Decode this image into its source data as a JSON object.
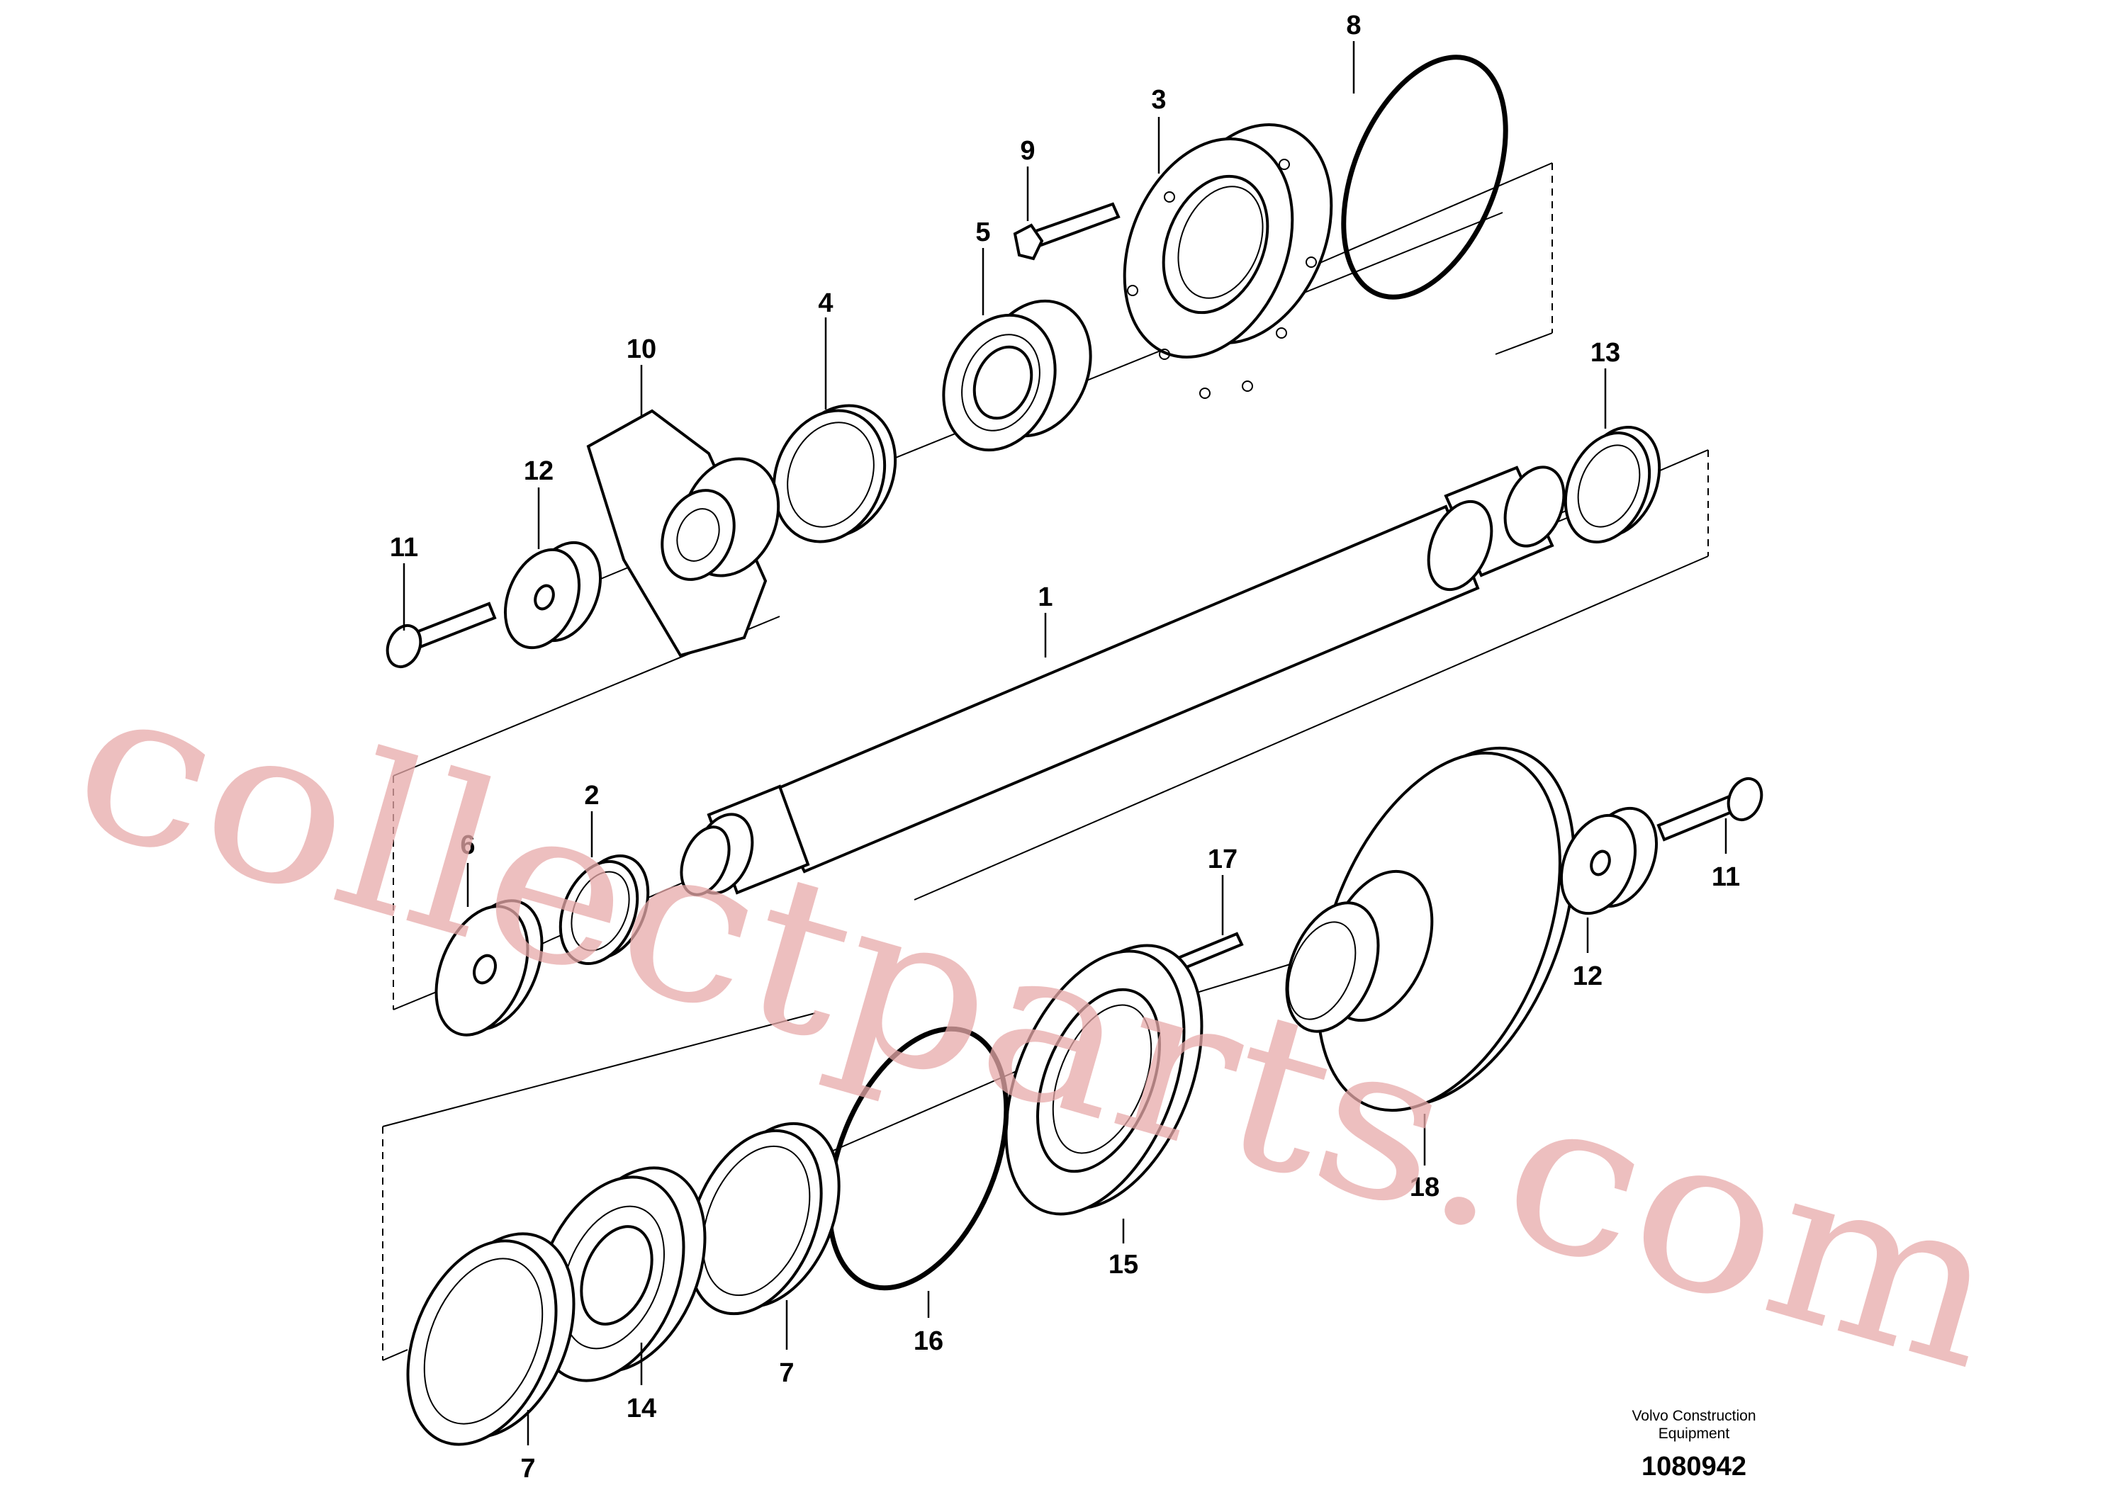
{
  "callouts": [
    {
      "label": "1"
    },
    {
      "label": "2"
    },
    {
      "label": "3"
    },
    {
      "label": "4"
    },
    {
      "label": "5"
    },
    {
      "label": "6"
    },
    {
      "label": "7"
    },
    {
      "label": "7"
    },
    {
      "label": "8"
    },
    {
      "label": "9"
    },
    {
      "label": "10"
    },
    {
      "label": "11"
    },
    {
      "label": "11"
    },
    {
      "label": "12"
    },
    {
      "label": "12"
    },
    {
      "label": "13"
    },
    {
      "label": "14"
    },
    {
      "label": "15"
    },
    {
      "label": "16"
    },
    {
      "label": "17"
    },
    {
      "label": "18"
    }
  ],
  "footer": {
    "brand_line1": "Volvo Construction",
    "brand_line2": "Equipment",
    "drawing_number": "1080942"
  },
  "watermark": "collectparts.com",
  "colors": {
    "line": "#000000",
    "background": "#ffffff",
    "watermark": "#e8aaaa"
  }
}
